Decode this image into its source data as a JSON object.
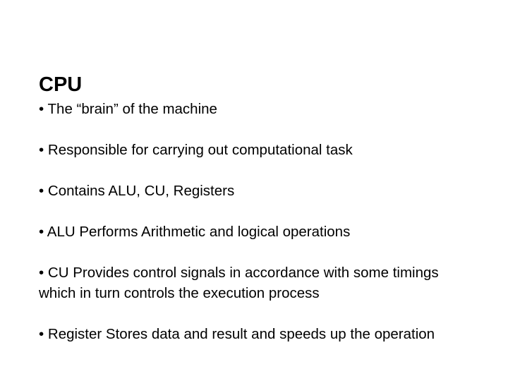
{
  "slide": {
    "title": "CPU",
    "bullet_marker": "•",
    "bullets": [
      "The “brain” of the machine",
      "Responsible for carrying out computational task",
      "Contains ALU, CU, Registers",
      "ALU Performs Arithmetic and logical operations",
      "CU  Provides control signals in accordance with some timings which in turn controls the execution process",
      "Register Stores data and result and speeds up the operation"
    ]
  }
}
